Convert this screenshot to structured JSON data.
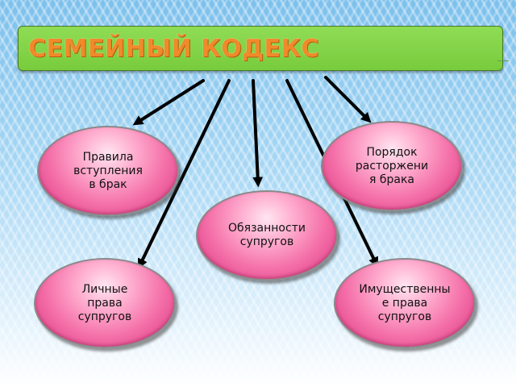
{
  "title": "СЕМЕЙНЫЙ КОДЕКС",
  "nodes": {
    "marriage_rules": "Правила\nвступления\nв брак",
    "divorce_procedure": "Порядок\nрасторжени\nя брака",
    "spouse_duties": "Обязанности\nсупругов",
    "personal_rights": "Личные\nправа\nсупругов",
    "property_rights": "Имущественны\nе права\nсупругов"
  },
  "colors": {
    "title_bar": "#7ed24a",
    "title_text": "#f08a2a",
    "bubble": "#f46fa8",
    "arrow": "#000000"
  }
}
